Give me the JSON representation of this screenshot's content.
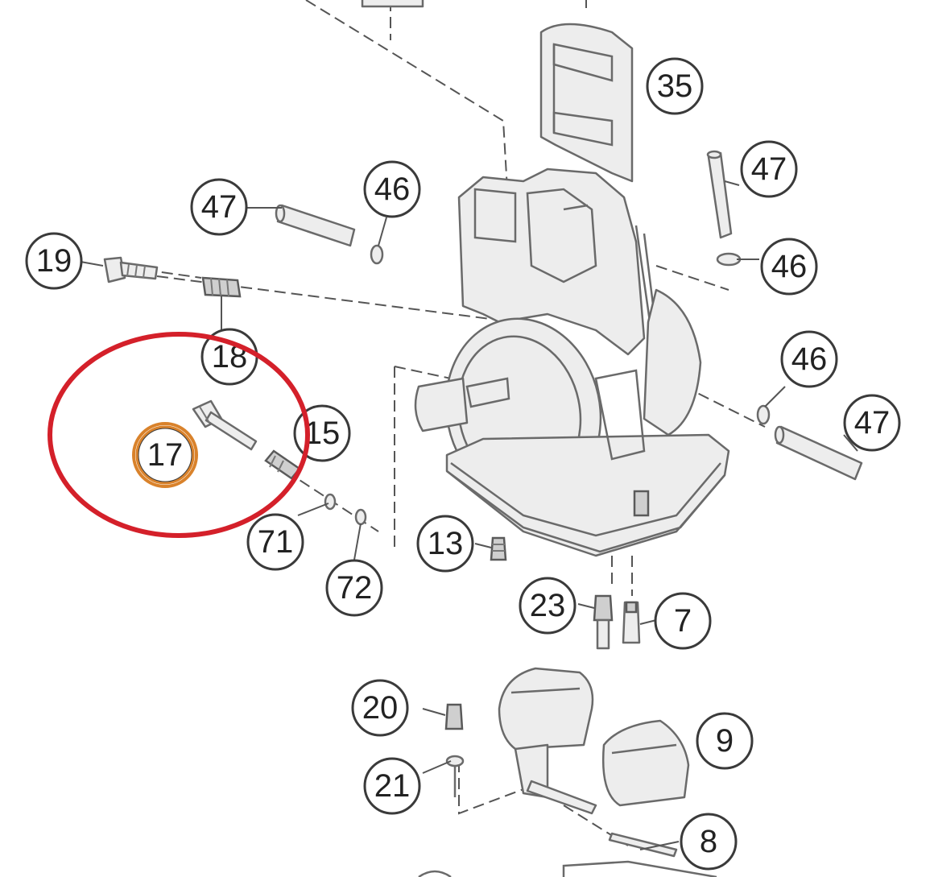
{
  "callouts": {
    "c35": "35",
    "c47_top_right": "47",
    "c47_left": "47",
    "c46_top": "46",
    "c19": "19",
    "c46_right_upper": "46",
    "c18": "18",
    "c46_right_lower": "46",
    "c47_right": "47",
    "c17": "17",
    "c15": "15",
    "c13": "13",
    "c71": "71",
    "c72": "72",
    "c23": "23",
    "c7": "7",
    "c20": "20",
    "c9": "9",
    "c21": "21",
    "c8": "8"
  },
  "highlight": {
    "ellipse_color": "#d4202a",
    "ring_color": "#d9822b"
  }
}
